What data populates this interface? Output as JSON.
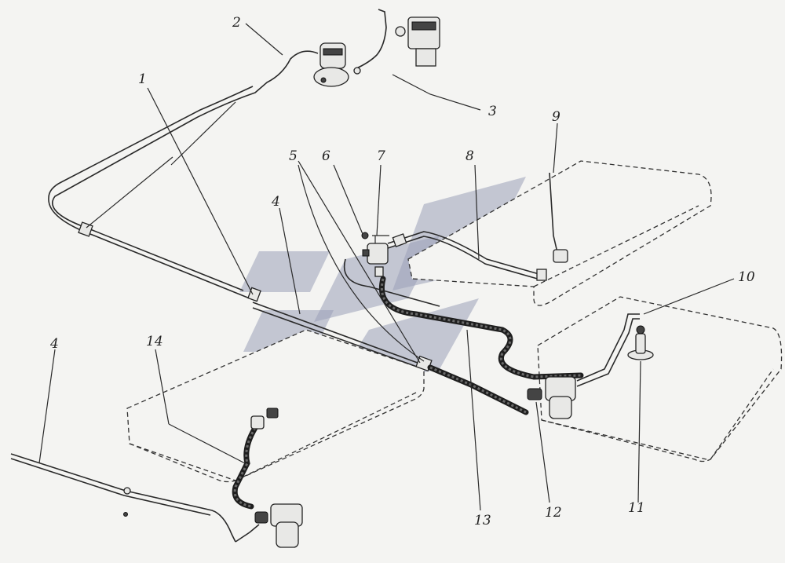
{
  "callouts": [
    {
      "id": "1",
      "label": "1"
    },
    {
      "id": "2",
      "label": "2"
    },
    {
      "id": "3",
      "label": "3"
    },
    {
      "id": "4a",
      "label": "4"
    },
    {
      "id": "4b",
      "label": "4"
    },
    {
      "id": "5",
      "label": "5"
    },
    {
      "id": "6",
      "label": "6"
    },
    {
      "id": "7",
      "label": "7"
    },
    {
      "id": "8",
      "label": "8"
    },
    {
      "id": "9",
      "label": "9"
    },
    {
      "id": "10",
      "label": "10"
    },
    {
      "id": "11",
      "label": "11"
    },
    {
      "id": "12",
      "label": "12"
    },
    {
      "id": "13",
      "label": "13"
    },
    {
      "id": "14",
      "label": "14"
    }
  ]
}
